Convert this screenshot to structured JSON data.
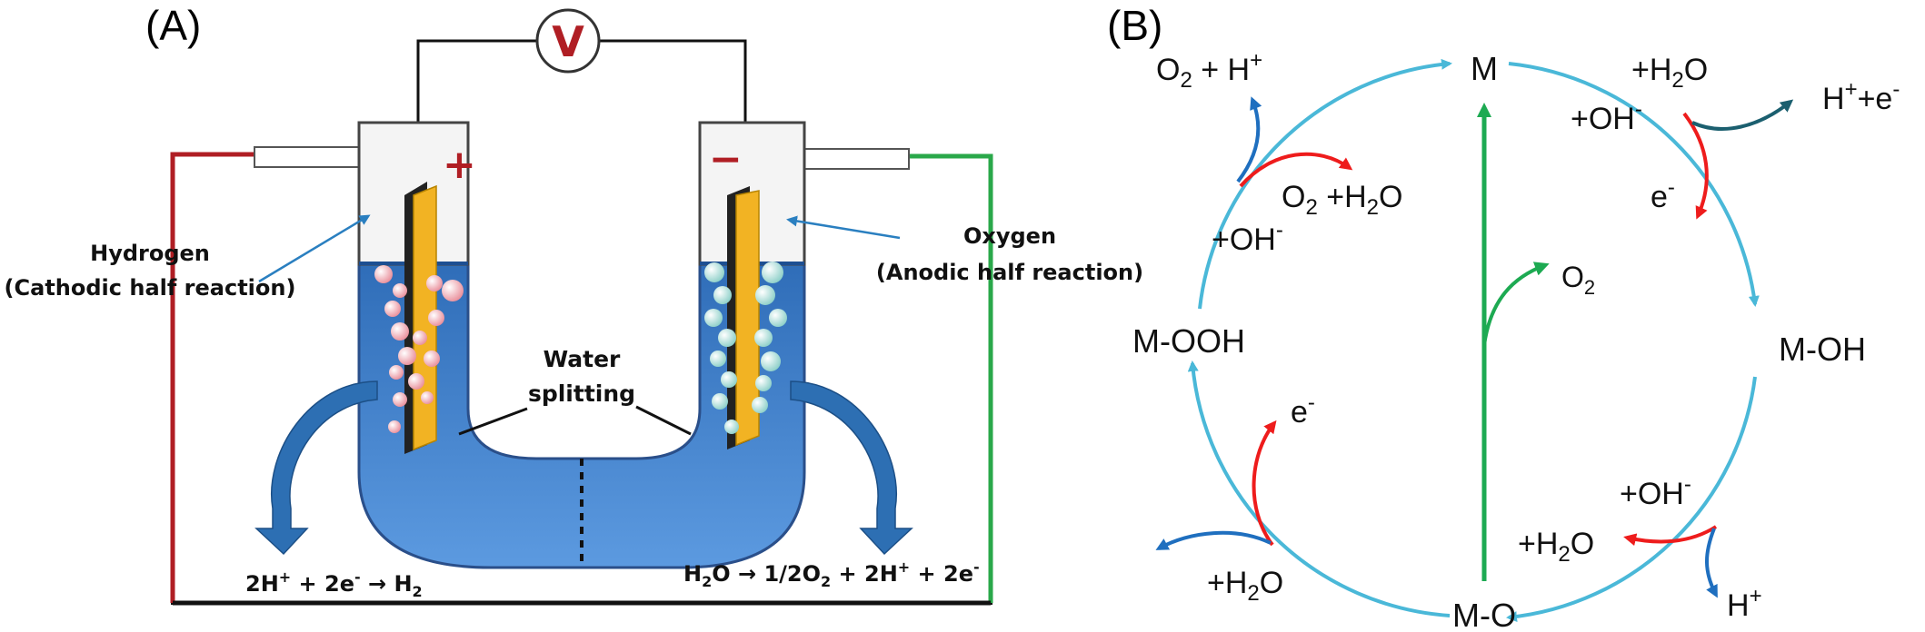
{
  "panel_a": {
    "label": "(A)",
    "voltmeter": "V",
    "plus": "+",
    "minus": "−",
    "hydrogen_line1": "Hydrogen",
    "hydrogen_line2": "(Cathodic half reaction)",
    "oxygen_line1": "Oxygen",
    "oxygen_line2": "(Anodic half reaction)",
    "water_line1": "Water",
    "water_line2": "splitting",
    "left_equation": {
      "a": "2H",
      "b": "+",
      "c": " + 2e",
      "d": "-",
      "e": " → H",
      "f": "2"
    },
    "right_equation": {
      "a": "H",
      "b": "2",
      "c": "O → 1/2O",
      "d": "2",
      "e": " + 2H",
      "f": "+",
      "g": " + 2e",
      "h": "-"
    }
  },
  "panel_b": {
    "label": "(B)",
    "nodes": {
      "m": "M",
      "m_oh": "M-OH",
      "m_o": "M-O",
      "m_ooh": "M-OOH"
    },
    "texts": {
      "top_right_h2o": {
        "a": "+H",
        "b": "2",
        "c": "O"
      },
      "top_right_oh": {
        "a": "+OH",
        "b": "-"
      },
      "top_right_out": {
        "a": "H",
        "b": "+",
        "c": "+e",
        "d": "-"
      },
      "right_e": {
        "a": "e",
        "b": "-"
      },
      "bottom_right_oh": {
        "a": "+OH",
        "b": "-"
      },
      "bottom_right_h2o": {
        "a": "+H",
        "b": "2",
        "c": "O"
      },
      "bottom_right_h": {
        "a": "H",
        "b": "+"
      },
      "bottom_left_e": {
        "a": "e",
        "b": "-"
      },
      "bottom_left_h2o": {
        "a": "+H",
        "b": "2",
        "c": "O"
      },
      "top_left_out": {
        "a": "O",
        "b": "2",
        "c": " + H",
        "d": "+"
      },
      "top_left_o2h2o": {
        "a": "O",
        "b": "2",
        "c": " +H",
        "d": "2",
        "e": "O"
      },
      "top_left_oh": {
        "a": "+OH",
        "b": "-"
      },
      "center_o2": {
        "a": "O",
        "b": "2"
      }
    }
  },
  "colors": {
    "cycle": "#4ab8d8",
    "red_arrow": "#ee1c1c",
    "blue_arrow": "#1f6fbf",
    "teal_arrow": "#1b5f6f",
    "green_arrow": "#1daa52",
    "electrolyte": "#3f7fc8",
    "electrode": "#f2b323",
    "wire_red": "#b01e24",
    "wire_green": "#2aa84a"
  }
}
